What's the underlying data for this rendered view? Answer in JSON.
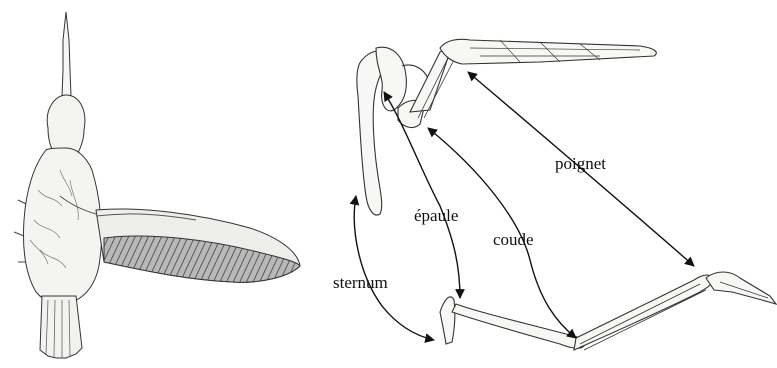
{
  "labels": {
    "poignet": "poignet",
    "epaule": "épaule",
    "coude": "coude",
    "sternum": "sternum"
  },
  "colors": {
    "line": "#222222",
    "wing_shade": "#8a8a8a",
    "body_fill": "#f4f4f2"
  }
}
